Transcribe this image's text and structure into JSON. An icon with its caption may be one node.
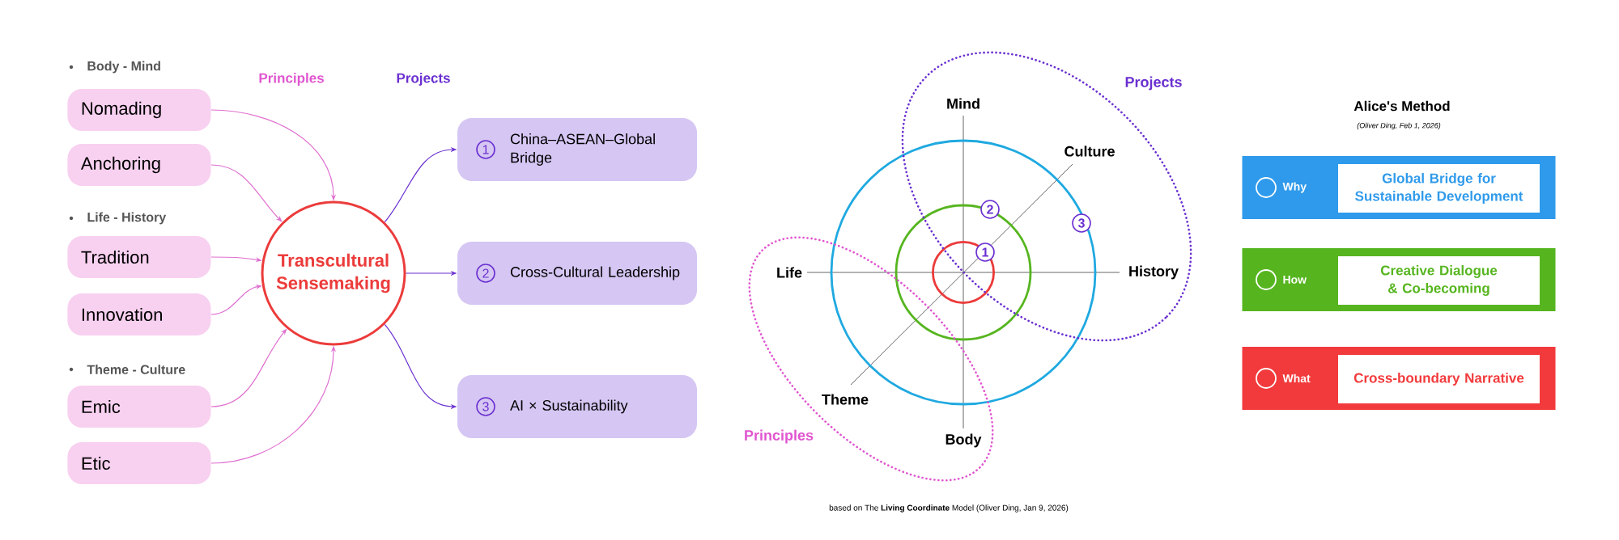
{
  "diagram": {
    "caption": "based on The **Living Coordinate** Model (Oliver Ding, Jan 9, 2026)",
    "nodes": [
      {
        "text": [
          "Nomading"
        ]
      },
      {
        "text": [
          "Anchoring"
        ]
      },
      {
        "text": [
          "Tradition"
        ]
      },
      {
        "text": [
          "Innovation"
        ]
      },
      {
        "text": [
          "Emic"
        ]
      },
      {
        "text": [
          "Etic"
        ]
      },
      {
        "text": [
          "Transcultural Sensemaking"
        ]
      },
      {
        "text": [
          "China–ASEAN–Global Bridge"
        ]
      },
      {
        "text": [
          "1"
        ],
        "in": 7
      },
      {
        "text": [
          "Cross-Cultural Leadership"
        ]
      },
      {
        "text": [
          "2"
        ],
        "in": 9
      },
      {
        "text": [
          "AI × Sustainability"
        ]
      },
      {
        "text": [
          "3"
        ],
        "in": 11
      },
      {
        "text": [
          "Projects"
        ]
      },
      {
        "text": [
          "Principles"
        ]
      },
      {
        "text": [
          "2"
        ],
        "in": 13
      },
      {
        "text": [
          "3"
        ],
        "in": 13
      },
      {
        "text": [
          "1"
        ],
        "in": 13
      },
      {
        "text": [
          "Why"
        ]
      },
      {
        "text": [
          "Global Bridge for Sustainable Development"
        ],
        "in": 18
      },
      {
        "text": [
          "How"
        ]
      },
      {
        "text": [
          "Creative Dialogue & Co-becoming"
        ],
        "in": 20
      },
      {
        "text": [
          "What"
        ]
      },
      {
        "text": [
          "Cross-boundary Narrative"
        ],
        "in": 22
      }
    ],
    "edges": [
      {
        "from": 0,
        "to": 6,
        "arrow": "to"
      },
      {
        "from": 1,
        "to": 6,
        "arrow": "to"
      },
      {
        "from": 2,
        "to": 6,
        "arrow": "to"
      },
      {
        "from": 3,
        "to": 6,
        "arrow": "to"
      },
      {
        "from": 4,
        "to": 6,
        "arrow": "to"
      },
      {
        "from": 5,
        "to": 6,
        "arrow": "to"
      },
      {
        "from": 6,
        "to": 7,
        "arrow": "to",
        "color": "#6a2fd0"
      },
      {
        "from": 6,
        "to": 9,
        "arrow": "to",
        "color": "#6a2fd0"
      },
      {
        "from": 6,
        "to": 11,
        "arrow": "to",
        "color": "#6a2fd0"
      }
    ],
    "labels": [
      "Body - Mind",
      "Principles",
      "Projects",
      "Life - History",
      "Theme - Culture",
      "Mind",
      "Culture",
      "Life",
      "History",
      "Theme",
      "Body",
      "Alice's Method",
      "(Oliver Ding, Feb 1, 2026)"
    ]
  }
}
